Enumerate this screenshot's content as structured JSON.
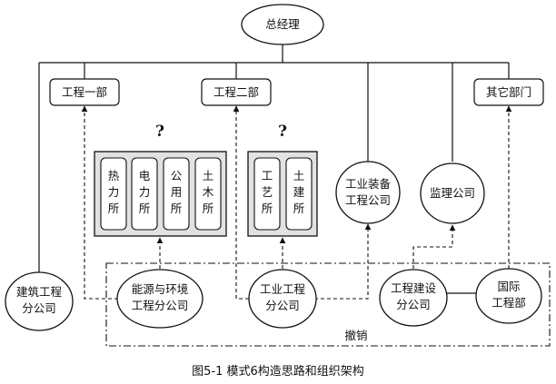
{
  "top": {
    "ceo": "总经理"
  },
  "departments": {
    "dept1": "工程一部",
    "dept2": "工程二部",
    "other": "其它部门"
  },
  "groups": {
    "left_question": "?",
    "left_units": [
      "热力所",
      "电力所",
      "公用所",
      "土木所"
    ],
    "right_question": "?",
    "right_units": [
      "工艺所",
      "土建所"
    ]
  },
  "companies": {
    "equipment": [
      "工业装备",
      "工程公司"
    ],
    "supervision": "监理公司",
    "building": [
      "建筑工程",
      "分公司"
    ],
    "energy": [
      "能源与环境",
      "工程分公司"
    ],
    "industrial": [
      "工业工程",
      "分公司"
    ],
    "construction": [
      "工程建设",
      "分公司"
    ],
    "international": [
      "国际",
      "工程部"
    ]
  },
  "revoke_label": "撤销",
  "caption": "图5-1  模式6构造思路和组织架构"
}
